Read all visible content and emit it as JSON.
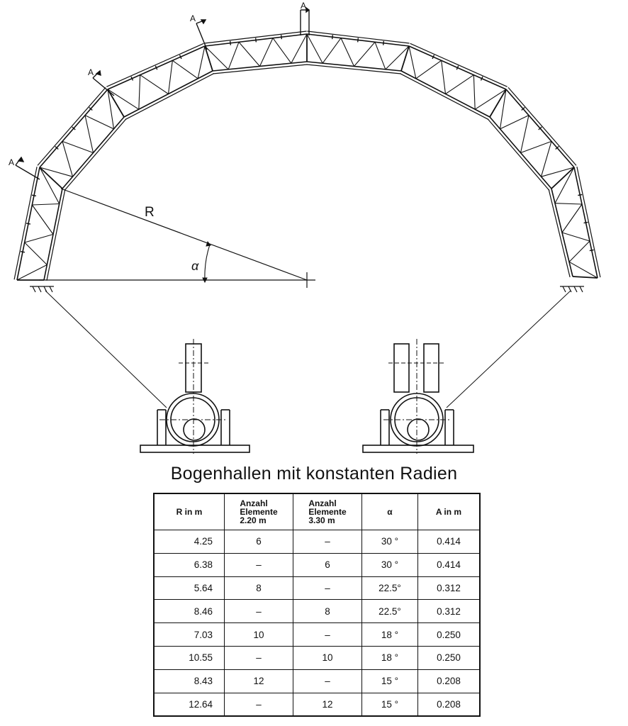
{
  "diagram": {
    "label_R": "R",
    "label_alpha": "α",
    "label_A": "A"
  },
  "title": "Bogenhallen mit konstanten Radien",
  "table": {
    "headers": [
      [
        "R in m"
      ],
      [
        "Anzahl",
        "Elemente",
        "2.20 m"
      ],
      [
        "Anzahl",
        "Elemente",
        "3.30 m"
      ],
      [
        "α"
      ],
      [
        "A in m"
      ]
    ],
    "rows": [
      [
        "4.25",
        "6",
        "–",
        "30 °",
        "0.414"
      ],
      [
        "6.38",
        "–",
        "6",
        "30 °",
        "0.414"
      ],
      [
        "5.64",
        "8",
        "–",
        "22.5°",
        "0.312"
      ],
      [
        "8.46",
        "–",
        "8",
        "22.5°",
        "0.312"
      ],
      [
        "7.03",
        "10",
        "–",
        "18 °",
        "0.250"
      ],
      [
        "10.55",
        "–",
        "10",
        "18 °",
        "0.250"
      ],
      [
        "8.43",
        "12",
        "–",
        "15 °",
        "0.208"
      ],
      [
        "12.64",
        "–",
        "12",
        "15 °",
        "0.208"
      ]
    ]
  }
}
